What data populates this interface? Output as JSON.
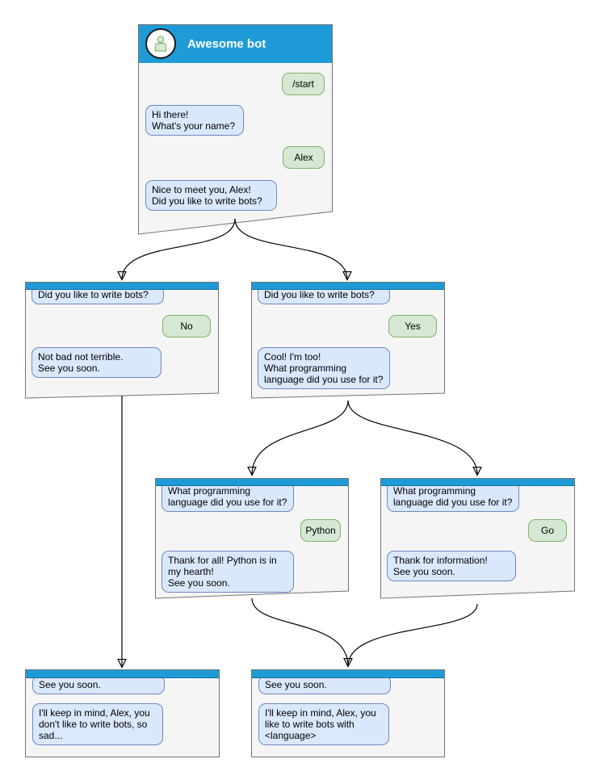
{
  "colors": {
    "header_blue": "#1e9bd7",
    "title": "#ffffff",
    "window_bg": "#f5f5f5",
    "window_border": "#737373",
    "bot_bubble_bg": "#dae8fc",
    "bot_bubble_border": "#7088c4",
    "user_bubble_bg": "#d5e8d4",
    "user_bubble_border": "#82b366",
    "arrow": "#000000"
  },
  "windows": {
    "main": {
      "title": "Awesome bot",
      "avatar_icon": "person-icon",
      "messages": [
        {
          "from": "user",
          "text": "/start"
        },
        {
          "from": "bot",
          "text": "Hi there!\nWhat's your name?"
        },
        {
          "from": "user",
          "text": "Alex"
        },
        {
          "from": "bot",
          "text": "Nice to meet you, Alex!\nDid you like to write bots?"
        }
      ]
    },
    "branch_no": {
      "messages": [
        {
          "from": "bot",
          "text": "Did you like to write bots?"
        },
        {
          "from": "user",
          "text": "No"
        },
        {
          "from": "bot",
          "text": "Not bad not terrible.\nSee you soon."
        }
      ]
    },
    "branch_yes": {
      "messages": [
        {
          "from": "bot",
          "text": "Did you like to write bots?"
        },
        {
          "from": "user",
          "text": "Yes"
        },
        {
          "from": "bot",
          "text": "Cool! I'm too!\nWhat programming\nlanguage did you use for it?"
        }
      ]
    },
    "lang_python": {
      "messages": [
        {
          "from": "bot",
          "text": "What programming\nlanguage did you use for it?"
        },
        {
          "from": "user",
          "text": "Python"
        },
        {
          "from": "bot",
          "text": "Thank for all! Python is in\nmy hearth!\nSee you soon."
        }
      ]
    },
    "lang_go": {
      "messages": [
        {
          "from": "bot",
          "text": "What programming\nlanguage did you use for it?"
        },
        {
          "from": "user",
          "text": "Go"
        },
        {
          "from": "bot",
          "text": "Thank for information!\nSee you soon."
        }
      ]
    },
    "end_no": {
      "messages": [
        {
          "from": "bot",
          "text": "See you soon."
        },
        {
          "from": "bot",
          "text": "I'll keep in mind, Alex, you\ndon't like to write bots, so\nsad..."
        }
      ]
    },
    "end_lang": {
      "messages": [
        {
          "from": "bot",
          "text": "See you soon."
        },
        {
          "from": "bot",
          "text": "I'll keep in mind, Alex, you\nlike to write bots with\n<language>"
        }
      ]
    }
  }
}
